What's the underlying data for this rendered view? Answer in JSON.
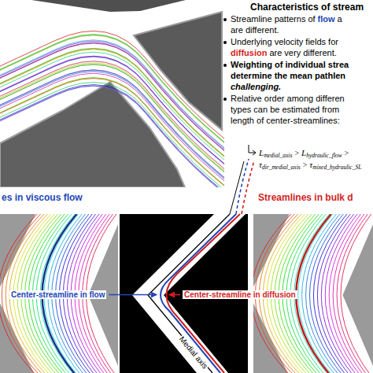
{
  "diagram": {
    "title": "Characteristics of stream",
    "nodes": [
      {
        "text": [
          "es in viscous flow"
        ]
      },
      {
        "text": [
          "Medial axis"
        ]
      },
      {
        "text": [
          "Streamlines in bulk d"
        ]
      }
    ],
    "labels": [
      "Streamline patterns of",
      "flow",
      "a",
      "are different.",
      "Underlying velocity fields for",
      "diffusion",
      "are very different.",
      "Weighting of individual strea",
      "determine the mean pathlen",
      "challenging.",
      "Relative order among differen",
      "types can be estimated from",
      "length of center-streamlines:",
      "L",
      "medial_axis",
      ">",
      "L",
      "hydraulic_flow",
      ">",
      "τ",
      "dir_medial_axis",
      ">",
      "τ",
      "mixed_hydraulic_SL",
      "Center-streamline in flow",
      "Center-streamline in diffusion"
    ]
  }
}
